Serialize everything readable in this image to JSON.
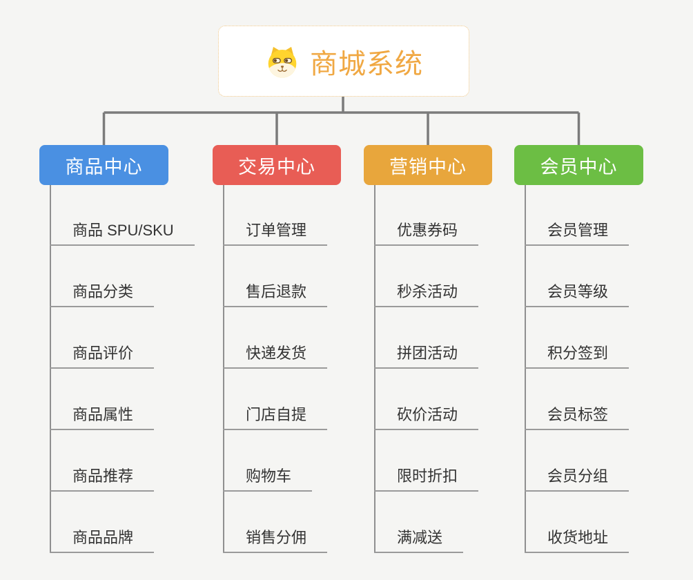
{
  "root": {
    "title": "商城系统",
    "icon": "dog-face-icon",
    "accent_color": "#f0a843",
    "border_color": "#eec584"
  },
  "connector_color": "#7b7b7b",
  "underline_color": "#9a9a9a",
  "item_text_color": "#333333",
  "branches": [
    {
      "label": "商品中心",
      "color": "#4a90e2",
      "items": [
        "商品 SPU/SKU",
        "商品分类",
        "商品评价",
        "商品属性",
        "商品推荐",
        "商品品牌"
      ]
    },
    {
      "label": "交易中心",
      "color": "#e85d55",
      "items": [
        "订单管理",
        "售后退款",
        "快递发货",
        "门店自提",
        "购物车",
        "销售分佣"
      ]
    },
    {
      "label": "营销中心",
      "color": "#e8a63c",
      "items": [
        "优惠券码",
        "秒杀活动",
        "拼团活动",
        "砍价活动",
        "限时折扣",
        "满减送"
      ]
    },
    {
      "label": "会员中心",
      "color": "#6cbe44",
      "items": [
        "会员管理",
        "会员等级",
        "积分签到",
        "会员标签",
        "会员分组",
        "收货地址"
      ]
    }
  ]
}
